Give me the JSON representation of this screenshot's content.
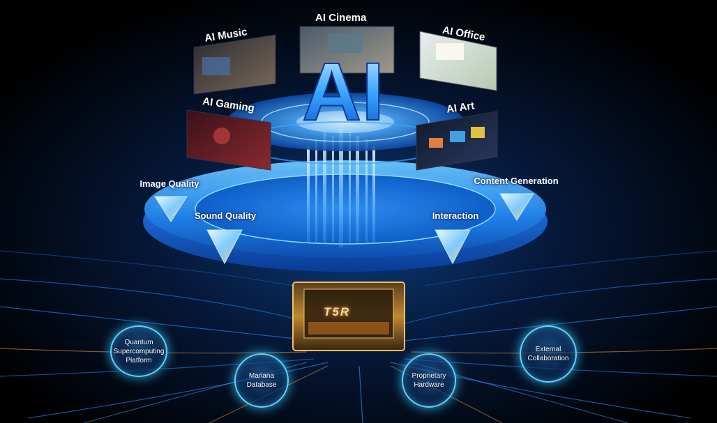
{
  "title": "AI",
  "scenarios": [
    {
      "id": "music",
      "label": "AI Music"
    },
    {
      "id": "cinema",
      "label": "AI Cinema"
    },
    {
      "id": "office",
      "label": "AI Office"
    },
    {
      "id": "gaming",
      "label": "AI Gaming"
    },
    {
      "id": "art",
      "label": "AI Art"
    }
  ],
  "capabilities": [
    {
      "id": "image",
      "label": "Image Quality"
    },
    {
      "id": "sound",
      "label": "Sound Quality"
    },
    {
      "id": "interaction",
      "label": "Interaction"
    },
    {
      "id": "content",
      "label": "Content Generation"
    }
  ],
  "chip": {
    "label": "T5R"
  },
  "foundations": [
    {
      "id": "quantum",
      "lines": [
        "Quantum",
        "Supercomputing",
        "Platform"
      ]
    },
    {
      "id": "mariana",
      "lines": [
        "Mariana",
        "Database"
      ]
    },
    {
      "id": "hardware",
      "lines": [
        "Proprietary",
        "Hardware"
      ]
    },
    {
      "id": "external",
      "lines": [
        "External",
        "Collaboration"
      ]
    }
  ],
  "colors": {
    "background": "#000000",
    "accent": "#1f8fff",
    "glow": "#5fd4ff",
    "chip": "#f0b040"
  }
}
